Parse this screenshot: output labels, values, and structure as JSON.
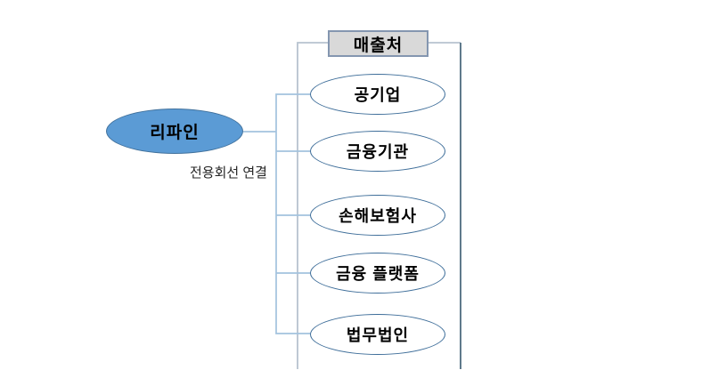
{
  "diagram": {
    "source": {
      "label": "리파인"
    },
    "connection_label": "전용회선 연결",
    "group": {
      "title": "매출처",
      "nodes": [
        {
          "label": "공기업"
        },
        {
          "label": "금융기관"
        },
        {
          "label": "손해보험사"
        },
        {
          "label": "금융 플랫폼"
        },
        {
          "label": "법무법인"
        }
      ]
    },
    "colors": {
      "source_fill": "#5B9BD5",
      "source_border": "#41719C",
      "node_border": "#3D6D99",
      "connector_line": "#A3C2DE",
      "group_border_light": "#B7C3CF",
      "group_border_dark": "#5F7A8C",
      "header_fill": "#D9D9D9",
      "header_border": "#8496B0"
    }
  }
}
